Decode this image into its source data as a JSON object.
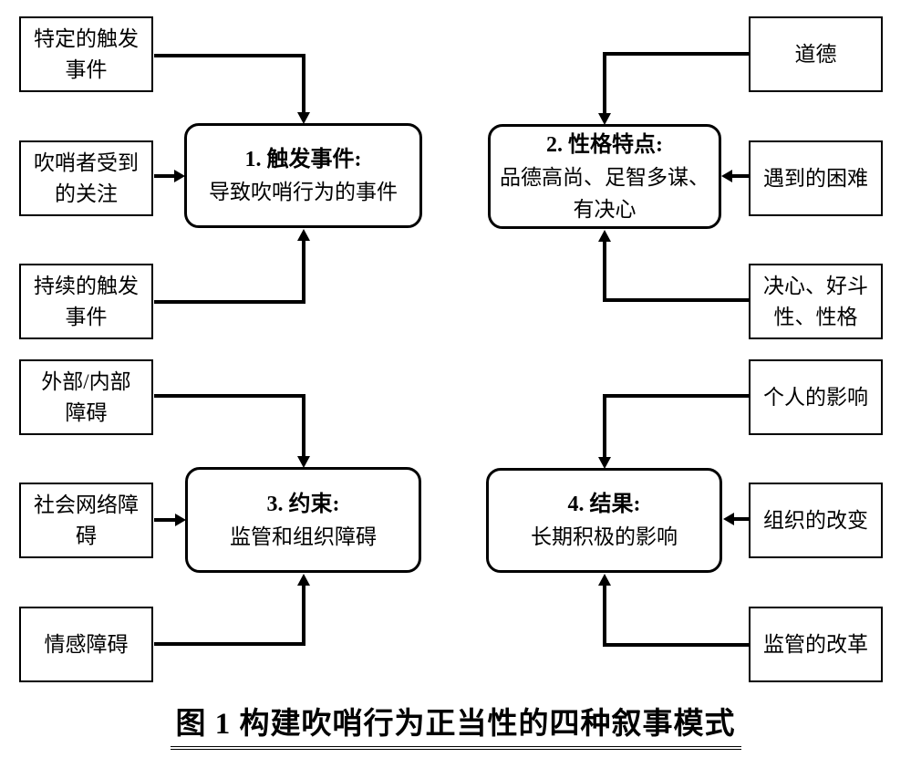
{
  "caption": "图 1  构建吹哨行为正当性的四种叙事模式",
  "colors": {
    "line": "#000000",
    "background": "#ffffff"
  },
  "clusters": [
    {
      "name": "trigger-events",
      "center": {
        "title": "1. 触发事件:",
        "lines": [
          "导致吹哨行为的事件"
        ]
      },
      "satellites": [
        {
          "lines": [
            "特定的触发",
            "事件"
          ]
        },
        {
          "lines": [
            "吹哨者受到",
            "的关注"
          ]
        },
        {
          "lines": [
            "持续的触发",
            "事件"
          ]
        }
      ]
    },
    {
      "name": "character-traits",
      "center": {
        "title": "2. 性格特点:",
        "lines": [
          "品德高尚、足智多谋、",
          "有决心"
        ]
      },
      "satellites": [
        {
          "lines": [
            "道德"
          ]
        },
        {
          "lines": [
            "遇到的困难"
          ]
        },
        {
          "lines": [
            "决心、好斗",
            "性、性格"
          ]
        }
      ]
    },
    {
      "name": "constraints",
      "center": {
        "title": "3. 约束:",
        "lines": [
          "监管和组织障碍"
        ]
      },
      "satellites": [
        {
          "lines": [
            "外部/内部",
            "障碍"
          ]
        },
        {
          "lines": [
            "社会网络障",
            "碍"
          ]
        },
        {
          "lines": [
            "情感障碍"
          ]
        }
      ]
    },
    {
      "name": "outcomes",
      "center": {
        "title": "4. 结果:",
        "lines": [
          "长期积极的影响"
        ]
      },
      "satellites": [
        {
          "lines": [
            "个人的影响"
          ]
        },
        {
          "lines": [
            "组织的改变"
          ]
        },
        {
          "lines": [
            "监管的改革"
          ]
        }
      ]
    }
  ]
}
